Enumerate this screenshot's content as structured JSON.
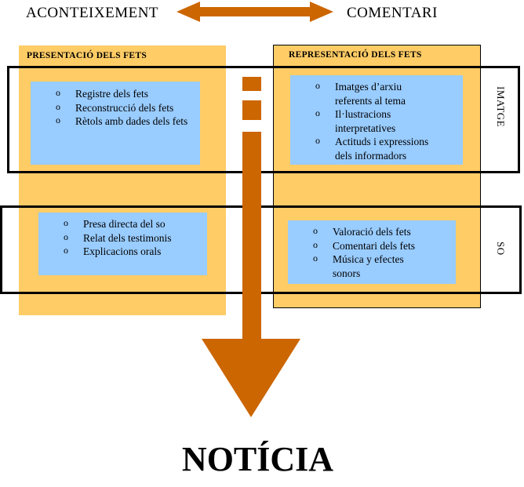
{
  "header": {
    "left": "ACONTEIXEMENT",
    "right": "COMENTARI"
  },
  "left_panel": {
    "title": "PRESENTACIÓ DELS FETS",
    "image_items": [
      "Registre dels fets",
      "Reconstrucció dels fets",
      "Rètols amb dades dels fets"
    ],
    "sound_items": [
      "Presa directa del so",
      "Relat dels testimonis",
      "Explicacions orals"
    ]
  },
  "right_panel": {
    "title": "REPRESENTACIÓ DELS FETS",
    "image_items": [
      "Imatges d’arxiu referents al tema",
      "Il·lustracions interpretatives",
      "Actituds i expressions dels informadors"
    ],
    "sound_items": [
      "Valoració dels fets",
      "Comentari dels fets",
      "Música y efectes sonors"
    ]
  },
  "bands": {
    "image_label": "IMATGE",
    "sound_label": "SO"
  },
  "result": "NOTÍCIA",
  "colors": {
    "panel": "#ffcc66",
    "box": "#99ccff",
    "arrow": "#cc6600"
  }
}
